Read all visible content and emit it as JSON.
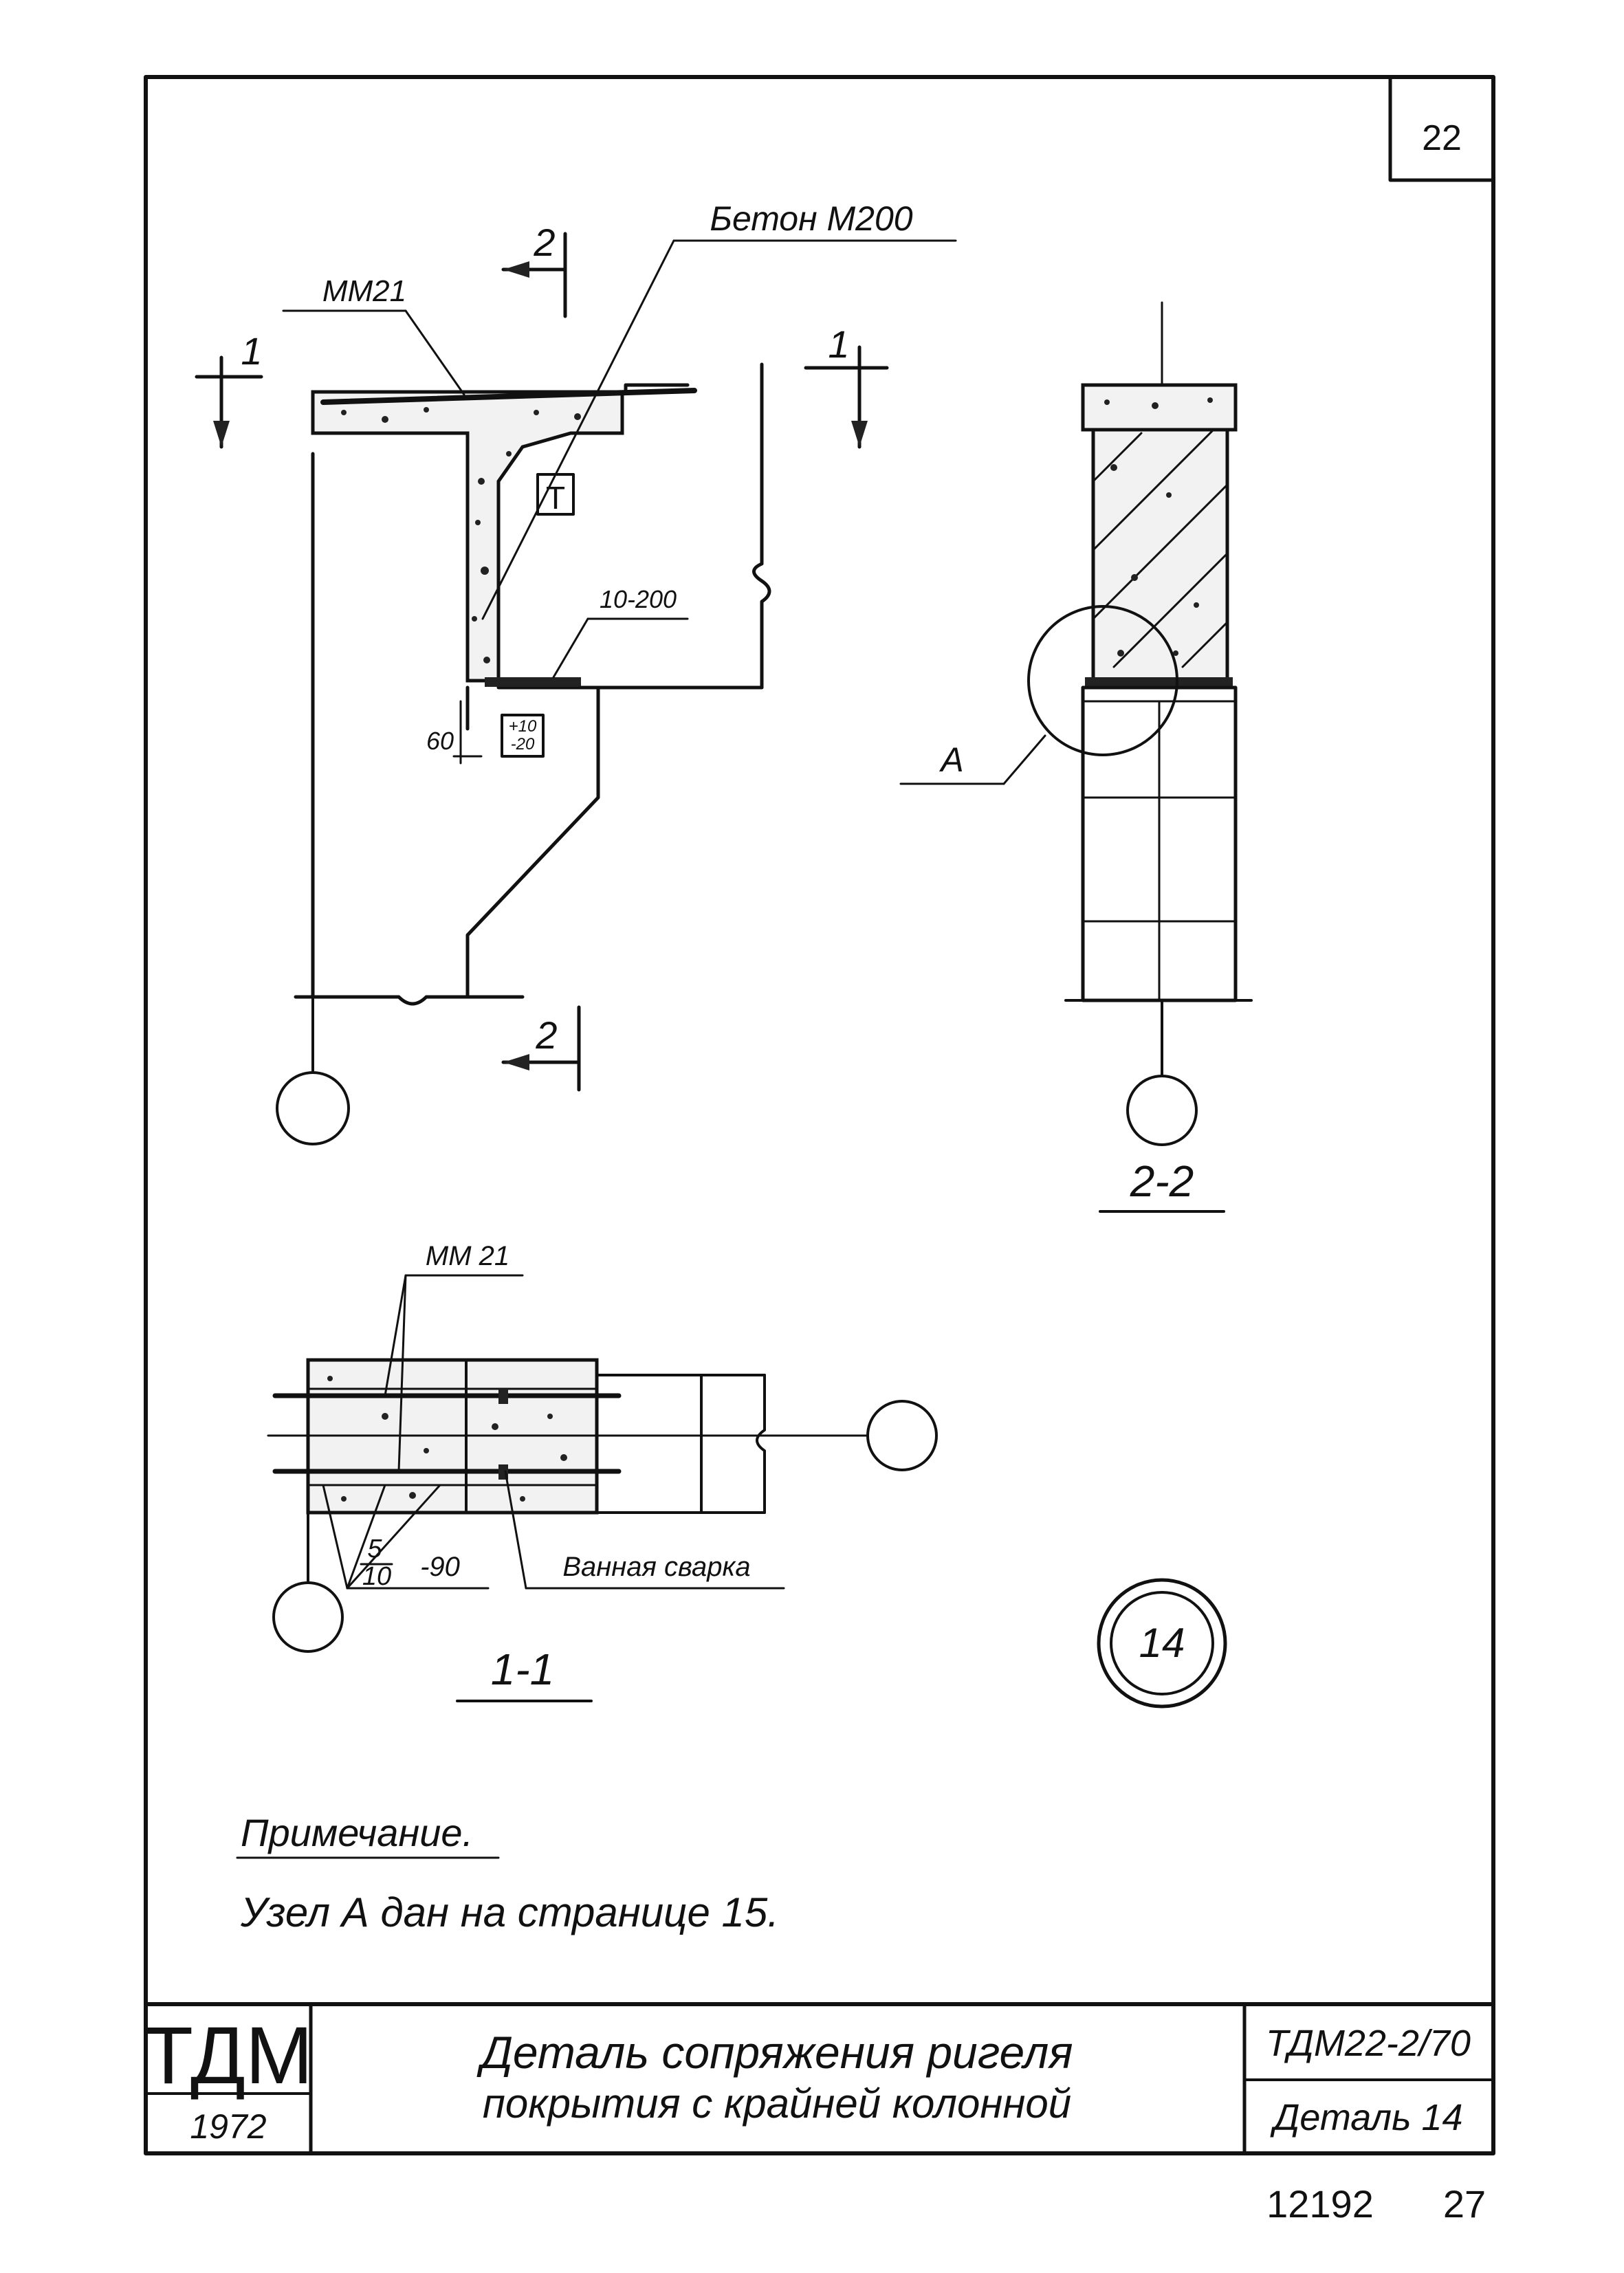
{
  "sheet": {
    "page_number": "22",
    "note_title": "Примечание.",
    "note_text": "Узел А дан на странице 15.",
    "detail_circle": "14",
    "bottom_codes": [
      "12192",
      "27"
    ]
  },
  "labels": {
    "beton": "Бетон М200",
    "mm21_top": "ММ21",
    "mm21_plan": "ММ 21",
    "rebar_1": "10-200",
    "dim_60": "60",
    "tol_upper": "+10",
    "tol_lower": "-20",
    "node_a": "А",
    "frac_num": "5",
    "frac_den": "10",
    "frac_tail": "-90",
    "welding": "Ванная сварка",
    "t_mark": "Т",
    "cut_1": "1",
    "cut_2": "2",
    "section_2_2": "2-2",
    "section_1_1": "1-1"
  },
  "title_block": {
    "org": "ТДМ",
    "year": "1972",
    "title_line1": "Деталь сопряжения ригеля",
    "title_line2": "покрытия с крайней колонной",
    "doc_code": "ТДМ22-2/70",
    "detail_label": "Деталь 14"
  }
}
